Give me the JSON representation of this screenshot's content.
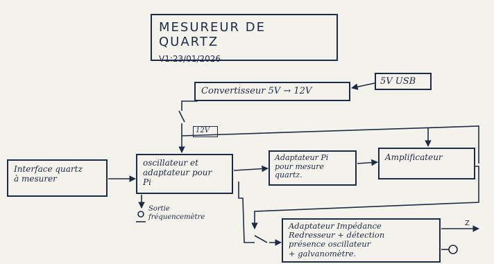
{
  "title": {
    "main": "MESUREUR DE QUARTZ",
    "version": "V1:23/01/2026"
  },
  "blocks": {
    "usb": "5V USB",
    "converter": "Convertisseur 5V → 12V",
    "rail": "12V",
    "interface": [
      "Interface quartz",
      "à mesurer"
    ],
    "oscillator": [
      "oscillateur et",
      "adaptateur pour",
      "Pi"
    ],
    "adapter_pi": [
      "Adaptateur Pi",
      "pour mesure",
      "quartz."
    ],
    "amplifier": "Amplificateur",
    "impedance": [
      "Adaptateur Impédance",
      "Redresseur + détection",
      "présence oscillateur",
      "+ galvanomètre."
    ],
    "freq_output": [
      "Sortie",
      "fréquencemètre"
    ],
    "z_label": "Z"
  },
  "colors": {
    "ink": "#1f2a44",
    "paper": "#f4f2ec"
  }
}
